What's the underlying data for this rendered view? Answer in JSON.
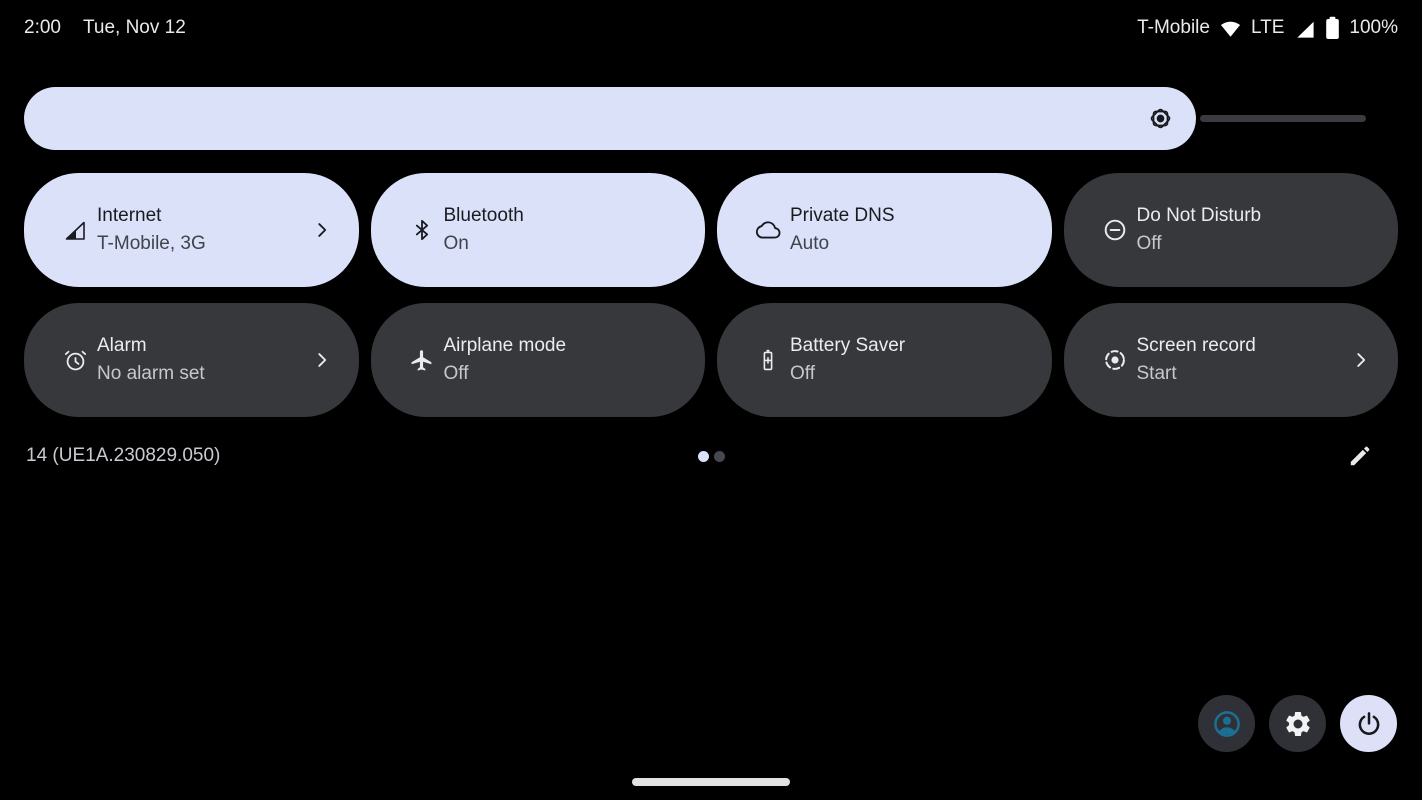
{
  "status_bar": {
    "time": "2:00",
    "date": "Tue, Nov 12",
    "carrier": "T-Mobile",
    "network_type": "LTE",
    "battery_level": "100%"
  },
  "brightness_slider": {
    "percent": 87
  },
  "quick_settings": {
    "tiles": [
      {
        "icon": "signal-cellular-icon",
        "title": "Internet",
        "subtitle": "T-Mobile, 3G",
        "active": true,
        "chevron": true
      },
      {
        "icon": "bluetooth-icon",
        "title": "Bluetooth",
        "subtitle": "On",
        "active": true,
        "chevron": false
      },
      {
        "icon": "cloud-icon",
        "title": "Private DNS",
        "subtitle": "Auto",
        "active": true,
        "chevron": false
      },
      {
        "icon": "do-not-disturb-icon",
        "title": "Do Not Disturb",
        "subtitle": "Off",
        "active": false,
        "chevron": false
      },
      {
        "icon": "alarm-clock-icon",
        "title": "Alarm",
        "subtitle": "No alarm set",
        "active": false,
        "chevron": true
      },
      {
        "icon": "airplane-icon",
        "title": "Airplane mode",
        "subtitle": "Off",
        "active": false,
        "chevron": false
      },
      {
        "icon": "battery-saver-icon",
        "title": "Battery Saver",
        "subtitle": "Off",
        "active": false,
        "chevron": false
      },
      {
        "icon": "screen-record-icon",
        "title": "Screen record",
        "subtitle": "Start",
        "active": false,
        "chevron": true
      }
    ]
  },
  "footer": {
    "build_number": "14 (UE1A.230829.050)",
    "page_count": 2,
    "current_page": 1
  },
  "colors": {
    "background": "#000000",
    "tile_active_bg": "#dbe1f9",
    "tile_inactive_bg": "#37383c",
    "button_dark_bg": "#303136",
    "power_button_bg": "#dde0f6",
    "user_icon_teal": "#1c6f94",
    "page_dot_active": "#dbe1f9",
    "page_dot_inactive": "#46484f"
  }
}
